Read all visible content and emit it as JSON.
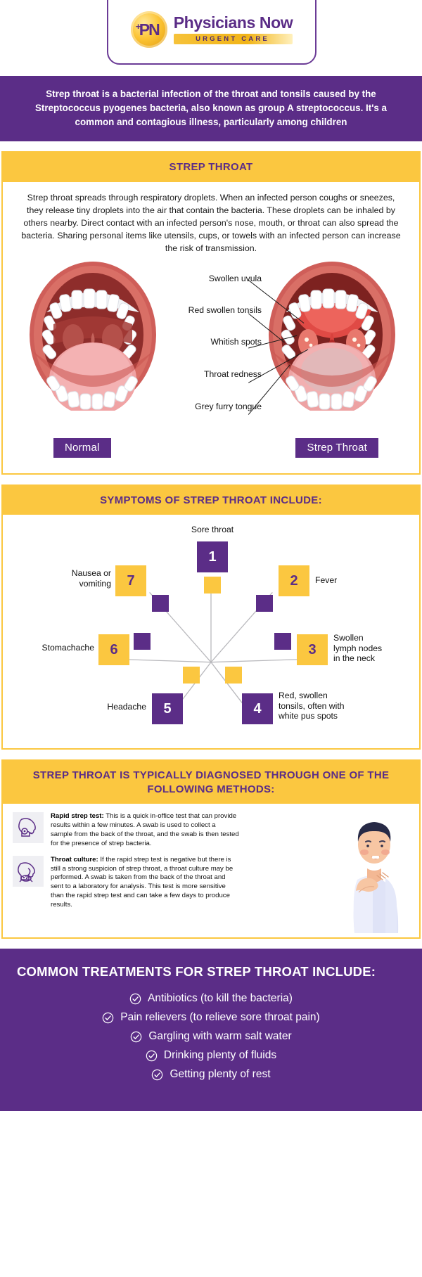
{
  "brand": {
    "logo_mark": "PN",
    "logo_plus": "+",
    "name": "Physicians Now",
    "tagline": "URGENT CARE"
  },
  "intro": {
    "text": "Strep throat is a bacterial infection of the throat and tonsils caused by the Streptococcus pyogenes bacteria, also known as group A streptococcus. It's a common and contagious illness, particularly among children"
  },
  "section_strep": {
    "heading": "STREP THROAT",
    "paragraph": "Strep throat spreads through respiratory droplets. When an infected person coughs or sneezes, they release tiny droplets into the air that contain the bacteria. These droplets can be inhaled by others nearby. Direct contact with an infected person's nose, mouth, or throat can also spread the bacteria. Sharing personal items like utensils, cups, or towels with an infected person can increase the risk of transmission.",
    "callouts": [
      "Swollen uvula",
      "Red swollen tonsils",
      "Whitish spots",
      "Throat redness",
      "Grey furry tongue"
    ],
    "badge_normal": "Normal",
    "badge_strep": "Strep Throat"
  },
  "section_symptoms": {
    "heading": "SYMPTOMS OF STREP THROAT INCLUDE:",
    "items": [
      {
        "number": "1",
        "label": "Sore throat",
        "style": "purple"
      },
      {
        "number": "2",
        "label": "Fever",
        "style": "yellow"
      },
      {
        "number": "3",
        "label": "Swollen\nlymph nodes\nin the neck",
        "style": "yellow"
      },
      {
        "number": "4",
        "label": "Red, swollen\ntonsils, often with\nwhite pus spots",
        "style": "purple"
      },
      {
        "number": "5",
        "label": "Headache",
        "style": "purple"
      },
      {
        "number": "6",
        "label": "Stomachache",
        "style": "yellow"
      },
      {
        "number": "7",
        "label": "Nausea or\nvomiting",
        "style": "yellow"
      }
    ]
  },
  "section_diagnosis": {
    "heading": "STREP THROAT IS TYPICALLY DIAGNOSED THROUGH ONE OF THE FOLLOWING METHODS:",
    "methods": [
      {
        "icon": "head-throat-swab-icon",
        "title": "Rapid strep test:",
        "body": " This is a quick in-office test that can provide results within a few minutes. A swab is used to collect a sample from the back of the throat, and the swab is then tested for the presence of strep bacteria."
      },
      {
        "icon": "head-throat-culture-icon",
        "title": "Throat culture:",
        "body": " If the rapid strep test is negative but there is still a strong suspicion of strep throat, a throat culture may be performed. A swab is taken from the back of the throat and sent to a laboratory for analysis. This test is more sensitive than the rapid strep test and can take a few days to produce results."
      }
    ]
  },
  "section_treatments": {
    "heading": "COMMON TREATMENTS FOR STREP THROAT INCLUDE:",
    "items": [
      "Antibiotics (to kill the bacteria)",
      "Pain relievers (to relieve sore throat pain)",
      "Gargling with warm salt water",
      "Drinking plenty of fluids",
      "Getting plenty of rest"
    ]
  },
  "colors": {
    "purple": "#5b2d87",
    "yellow": "#fbc740",
    "white": "#ffffff",
    "text": "#111111"
  }
}
